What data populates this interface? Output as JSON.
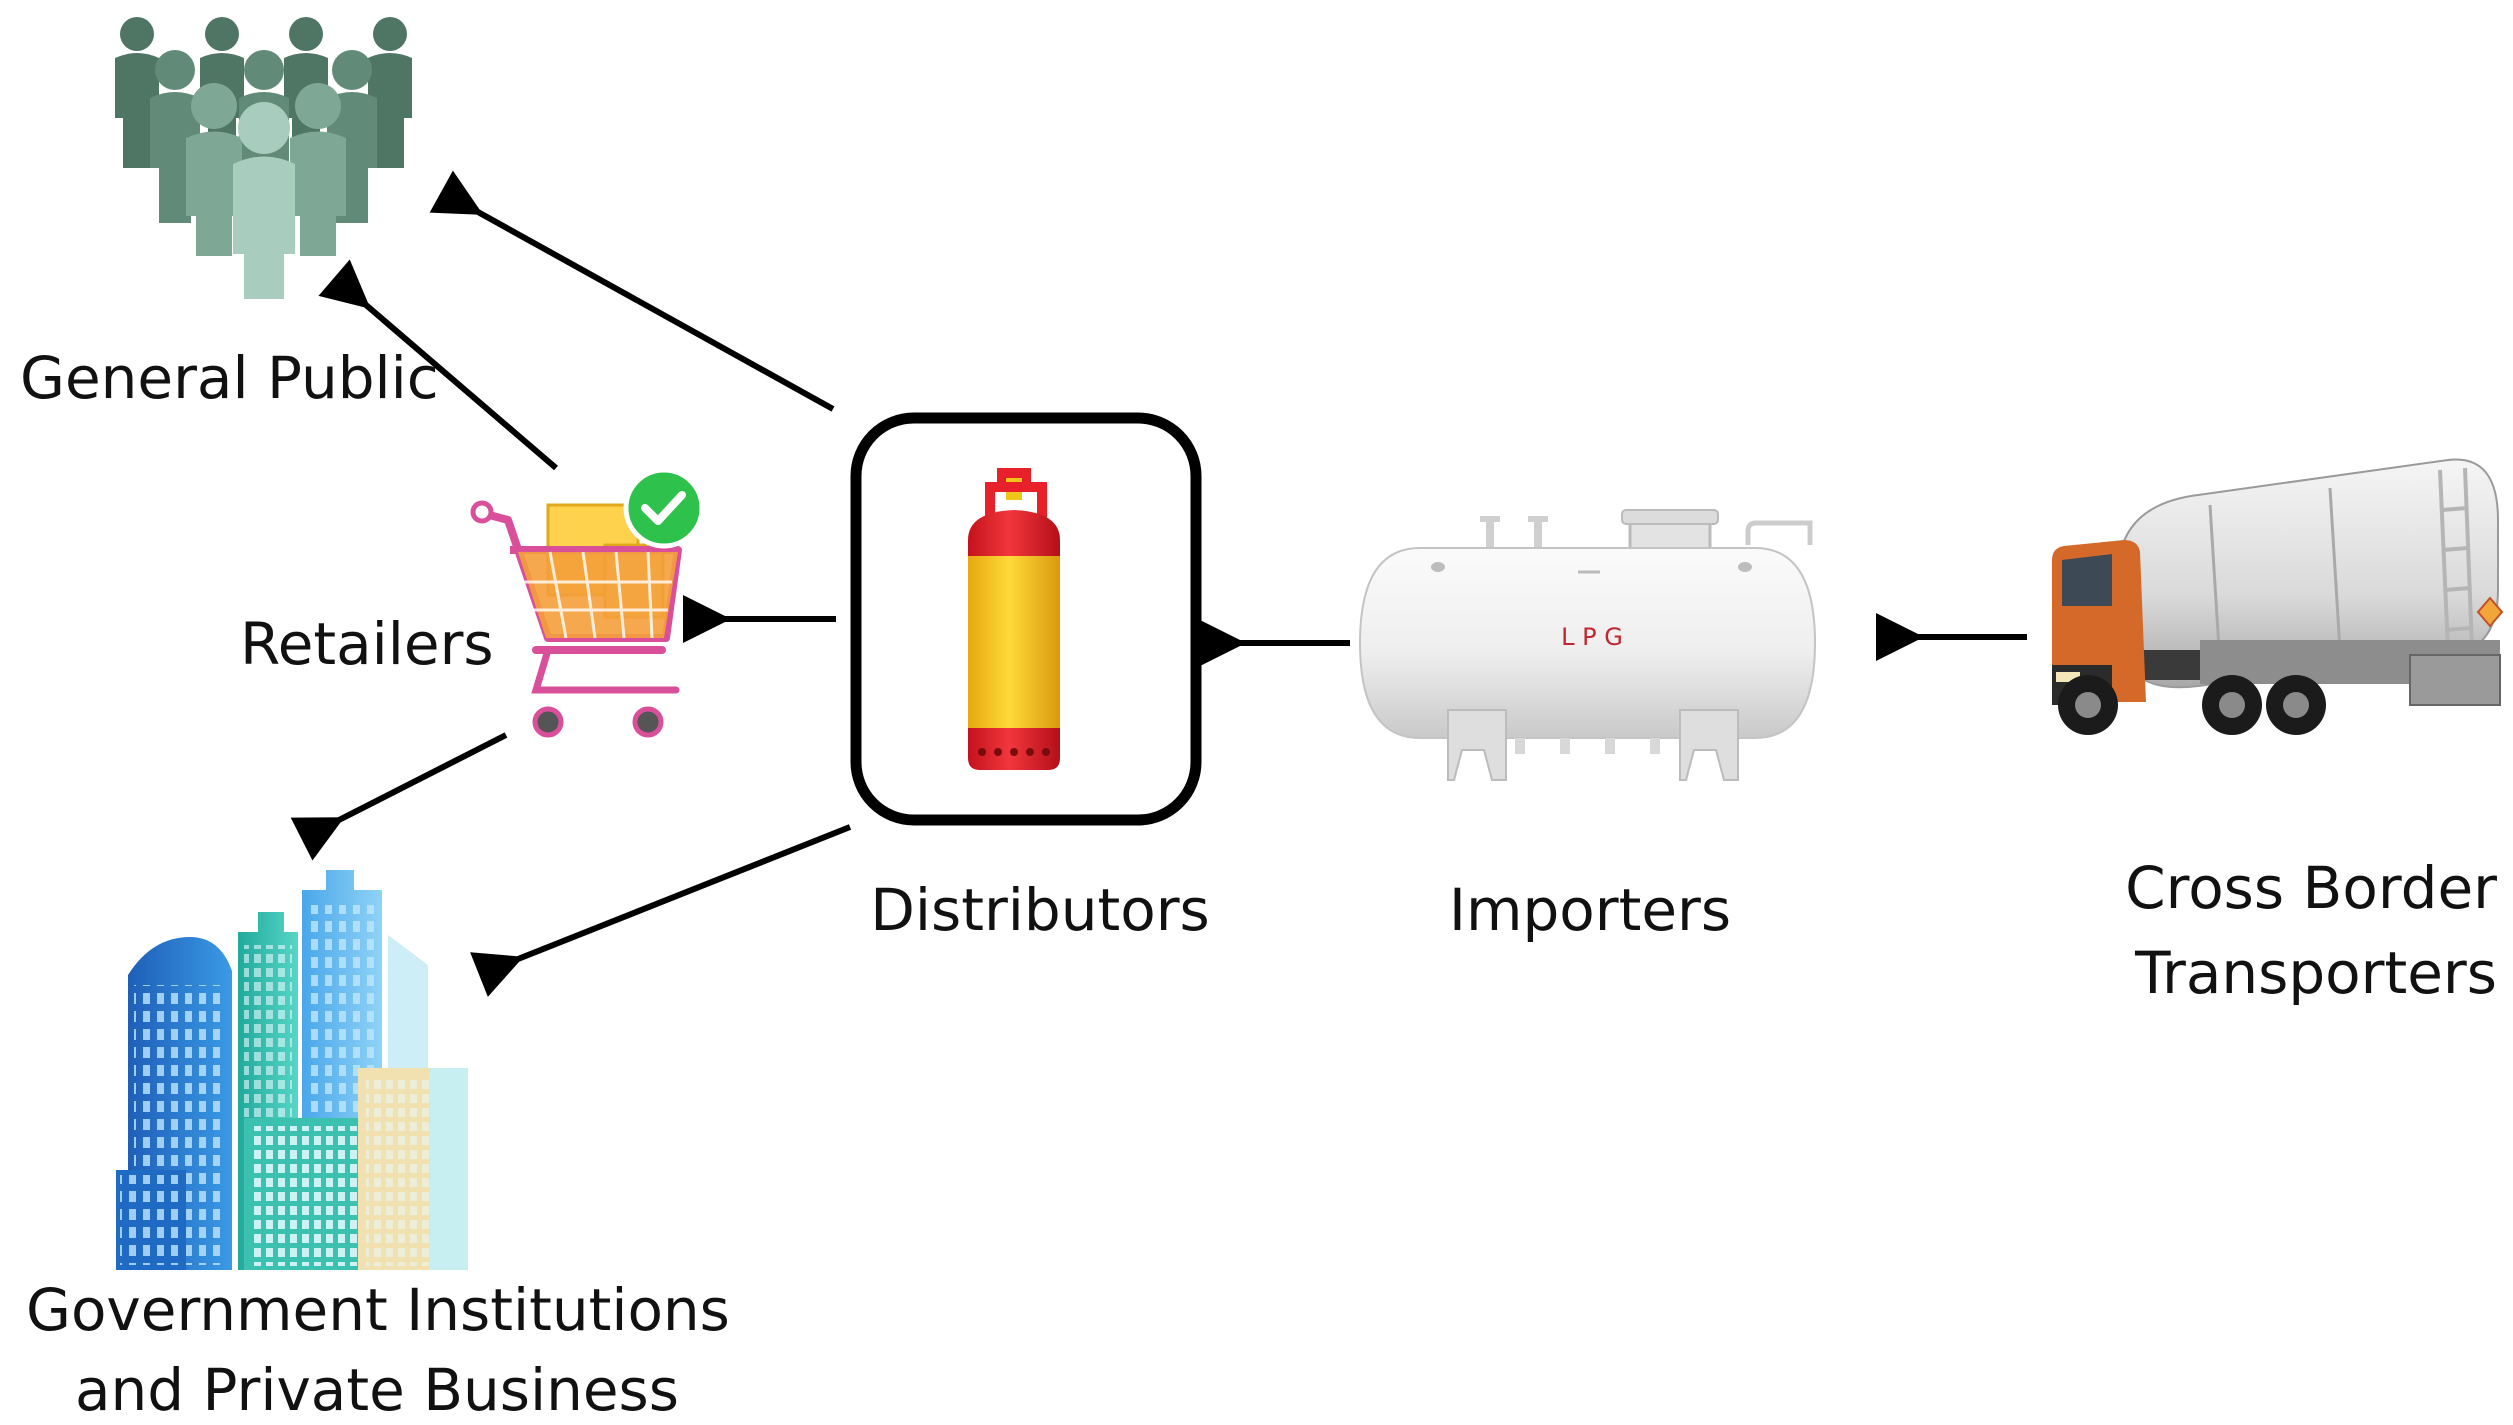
{
  "nodes": {
    "general_public": {
      "label": "General Public",
      "icon": "people-group-icon"
    },
    "retailers": {
      "label": "Retailers",
      "icon": "shopping-cart-icon"
    },
    "government": {
      "label_line1": "Government Institutions",
      "label_line2": "and Private Business",
      "icon": "city-buildings-icon"
    },
    "distributors": {
      "label": "Distributors",
      "icon": "gas-cylinder-icon"
    },
    "importers": {
      "label": "Importers",
      "icon": "lpg-tank-icon",
      "tank_text": "L P G"
    },
    "transporters": {
      "label_line1": "Cross Border",
      "label_line2": "Transporters",
      "icon": "tanker-truck-icon"
    }
  },
  "edges": [
    {
      "from": "Cross Border Transporters",
      "to": "Importers"
    },
    {
      "from": "Importers",
      "to": "Distributors"
    },
    {
      "from": "Distributors",
      "to": "Retailers"
    },
    {
      "from": "Distributors",
      "to": "General Public"
    },
    {
      "from": "Distributors",
      "to": "Government Institutions and Private Business"
    },
    {
      "from": "Retailers",
      "to": "General Public"
    },
    {
      "from": "Retailers",
      "to": "Government Institutions and Private Business"
    }
  ],
  "colors": {
    "arrow": "#000000",
    "cylinder_body": "#f7c71e",
    "cylinder_red": "#e8202a",
    "tank": "#eeeeee",
    "tank_text": "#c0262d",
    "people_dark": "#4f7565",
    "people_light": "#a8cdbf",
    "cart": "#d94f9a",
    "check": "#2ec24c",
    "building_blue": "#2d84d6",
    "building_teal": "#3cc0b0",
    "truck_cab": "#d4692a"
  }
}
